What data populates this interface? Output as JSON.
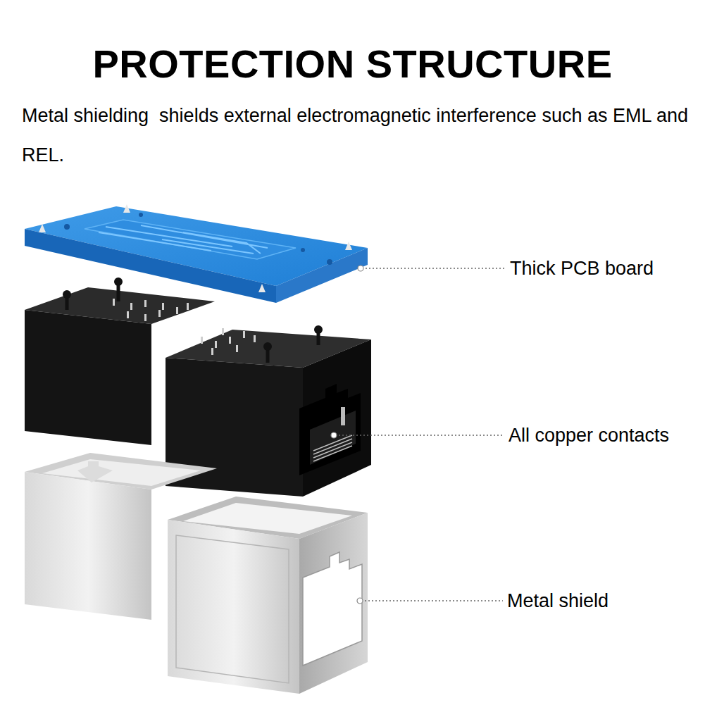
{
  "diagram": {
    "title": "PROTECTION STRUCTURE",
    "caption": "Metal shielding  shields external electromagnetic interference such as EML and REL.",
    "labels": [
      "Thick PCB board",
      "All copper contacts",
      "Metal shield"
    ]
  }
}
